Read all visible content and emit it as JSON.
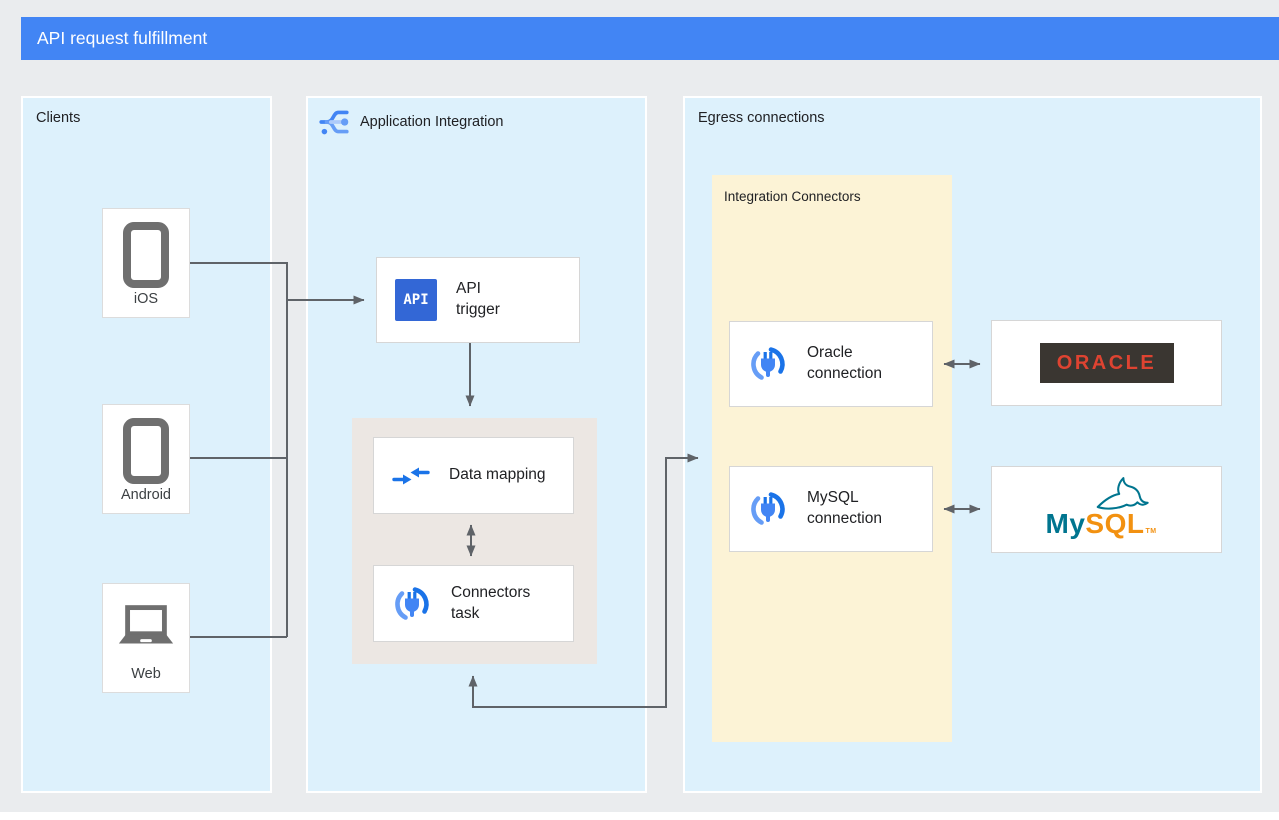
{
  "title_bar": {
    "label": "API request fulfillment"
  },
  "clients_panel": {
    "label": "Clients",
    "devices": [
      {
        "label": "iOS",
        "icon": "smartphone-icon"
      },
      {
        "label": "Android",
        "icon": "smartphone-icon"
      },
      {
        "label": "Web",
        "icon": "laptop-icon"
      }
    ]
  },
  "integration_panel": {
    "label": "Application Integration",
    "icon": "application-integration-icon",
    "api_trigger": {
      "label": "API trigger",
      "badge": "API"
    },
    "data_mapping": {
      "label": "Data mapping",
      "icon": "data-mapping-icon"
    },
    "connectors_task": {
      "label": "Connectors task",
      "icon": "connector-plug-icon"
    }
  },
  "egress_panel": {
    "label": "Egress connections",
    "integration_connectors": {
      "label": "Integration Connectors",
      "oracle_connection": {
        "label": "Oracle connection",
        "icon": "connector-plug-icon"
      },
      "mysql_connection": {
        "label": "MySQL connection",
        "icon": "connector-plug-icon"
      }
    },
    "oracle_target": {
      "logo_text": "ORACLE"
    },
    "mysql_target": {
      "logo_my": "My",
      "logo_sql": "SQL",
      "trademark": "TM"
    }
  },
  "colors": {
    "header_blue": "#4285F4",
    "panel_blue": "#DDF1FC",
    "group_yellow": "#FCF3D6",
    "subflow_beige": "#ECE7E3",
    "arrow_gray": "#5F6368",
    "device_gray": "#6F6F6F",
    "api_badge_blue": "#3367D6",
    "google_blue": "#1A73E8",
    "oracle_red": "#DE4331",
    "oracle_dark": "#3A3631",
    "mysql_teal": "#00758F",
    "mysql_orange": "#F29111"
  }
}
